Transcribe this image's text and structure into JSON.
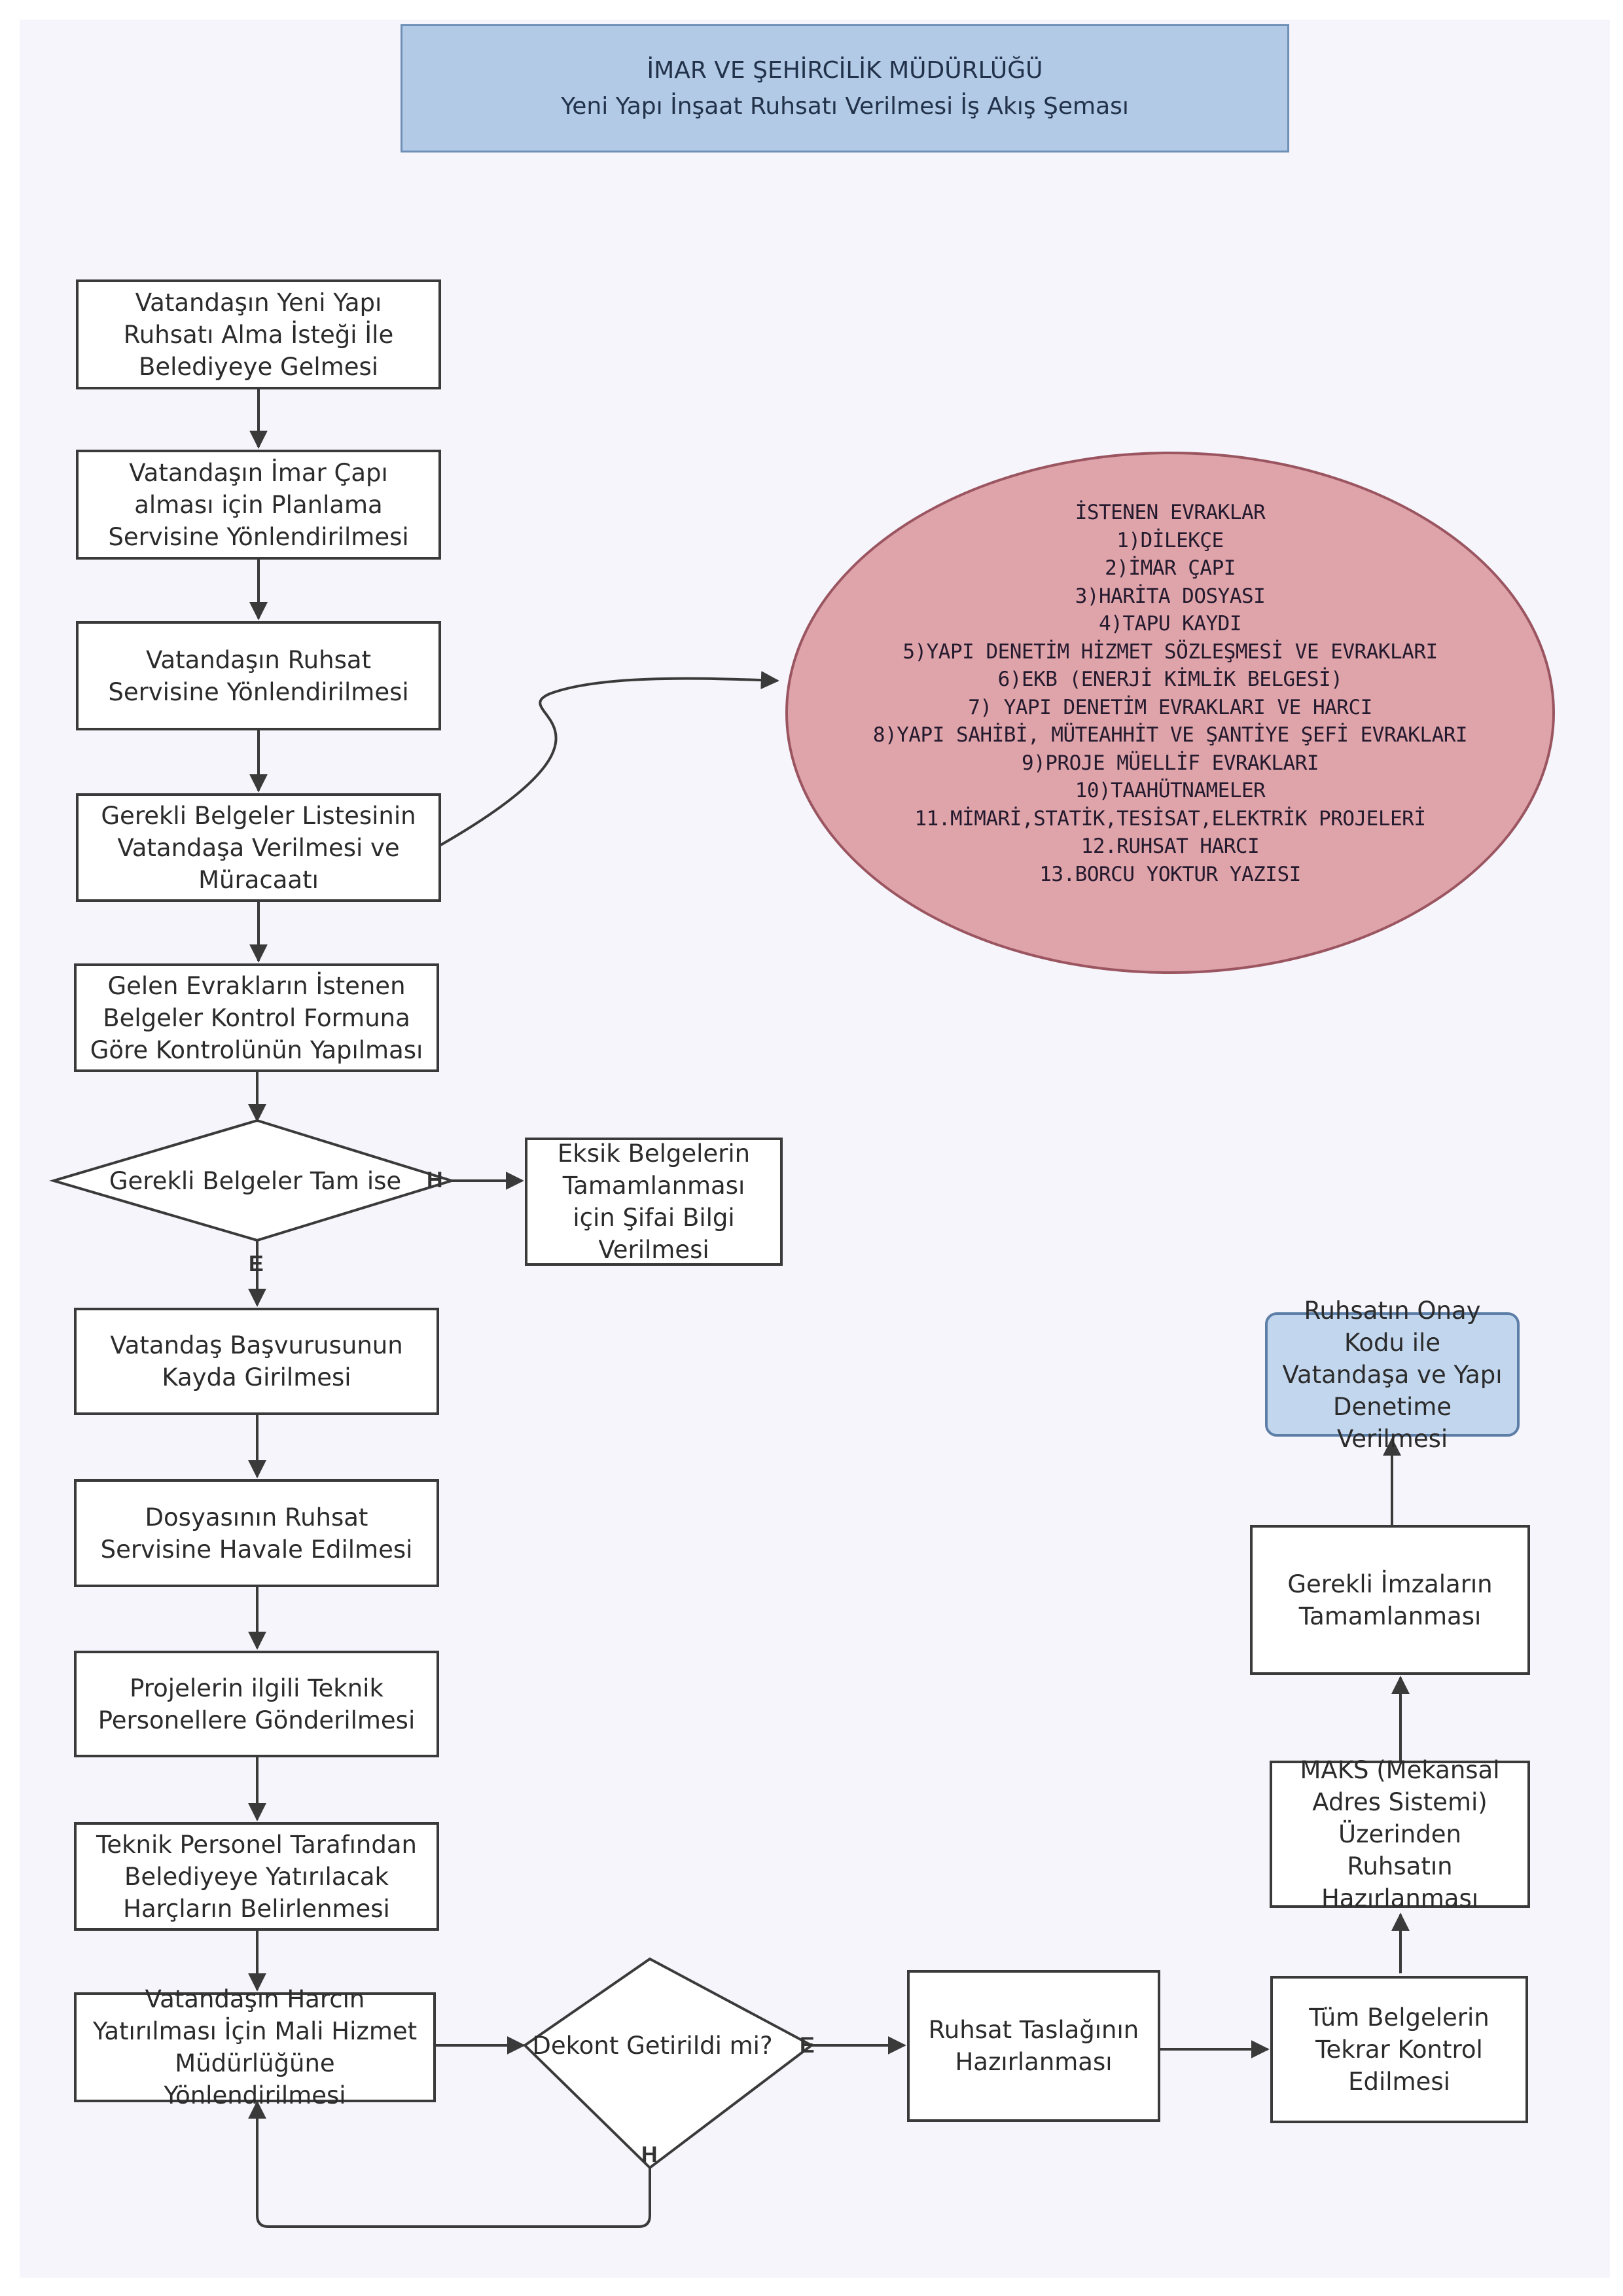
{
  "header": {
    "title": "İMAR VE ŞEHİRCİLİK MÜDÜRLÜĞÜ",
    "subtitle": "Yeni Yapı İnşaat Ruhsatı Verilmesi İş Akış Şeması"
  },
  "steps": {
    "s1": "Vatandaşın Yeni Yapı Ruhsatı Alma İsteği İle Belediyeye Gelmesi",
    "s2": "Vatandaşın İmar Çapı alması için Planlama Servisine Yönlendirilmesi",
    "s3": "Vatandaşın Ruhsat Servisine Yönlendirilmesi",
    "s4": "Gerekli Belgeler Listesinin Vatandaşa Verilmesi ve Müracaatı",
    "s5": "Gelen Evrakların İstenen Belgeler Kontrol Formuna Göre Kontrolünün Yapılması",
    "s6": "Vatandaş Başvurusunun Kayda Girilmesi",
    "s7": "Dosyasının Ruhsat Servisine Havale Edilmesi",
    "s8": "Projelerin ilgili Teknik Personellere Gönderilmesi",
    "s9": "Teknik Personel Tarafından Belediyeye Yatırılacak Harçların Belirlenmesi",
    "s10": "Vatandaşın Harcın Yatırılması İçin Mali Hizmet Müdürlüğüne Yönlendirilmesi",
    "eksik": "Eksik Belgelerin Tamamlanması için Şifai Bilgi Verilmesi",
    "taslak": "Ruhsat Taslağının Hazırlanması",
    "tekrar": "Tüm Belgelerin Tekrar Kontrol Edilmesi",
    "maks": "MAKS (Mekansal Adres Sistemi) Üzerinden Ruhsatın Hazırlanması",
    "imza": "Gerekli İmzaların Tamamlanması",
    "onay": "Ruhsatın Onay Kodu ile Vatandaşa ve Yapı Denetime Verilmesi"
  },
  "decisions": {
    "d1": "Gerekli Belgeler Tam ise",
    "d2": "Dekont Getirildi mi?"
  },
  "branch_labels": {
    "d1_no": "H",
    "d1_yes": "E",
    "d2_yes": "E",
    "d2_no": "H"
  },
  "documents": {
    "title": "İSTENEN EVRAKLAR",
    "items": [
      "1)DİLEKÇE",
      "2)İMAR ÇAPI",
      "3)HARİTA DOSYASI",
      "4)TAPU KAYDI",
      "5)YAPI DENETİM HİZMET SÖZLEŞMESİ VE EVRAKLARI",
      "6)EKB (ENERJİ KİMLİK BELGESİ)",
      "7) YAPI DENETİM EVRAKLARI VE HARCI",
      "8)YAPI SAHİBİ, MÜTEAHHİT VE ŞANTİYE ŞEFİ EVRAKLARI",
      "9)PROJE MÜELLİF EVRAKLARI",
      "10)TAAHÜTNAMELER",
      "11.MİMARİ,STATİK,TESİSAT,ELEKTRİK PROJELERİ",
      "12.RUHSAT HARCI",
      "13.BORCU YOKTUR YAZISI"
    ]
  }
}
